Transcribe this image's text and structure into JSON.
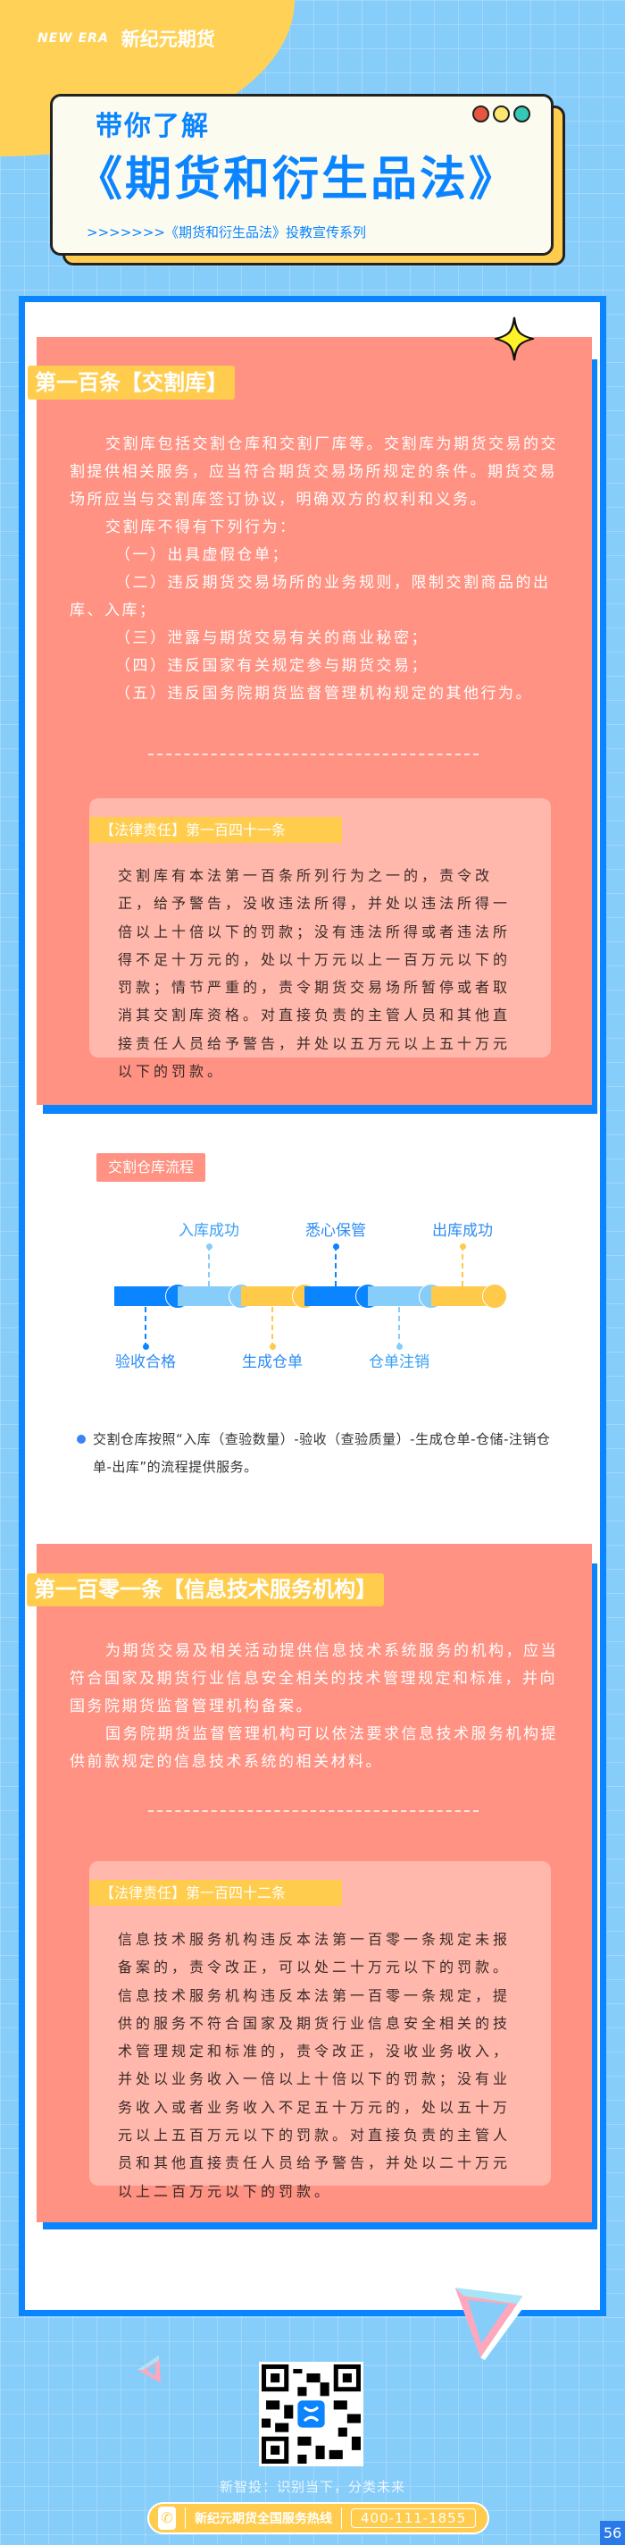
{
  "header": {
    "logo_text": "NEW ERA",
    "brand": "新纪元期货"
  },
  "title_card": {
    "subtitle": "带你了解",
    "title": "《期货和衍生品法》",
    "series": ">>>>>>>《期货和衍生品法》投教宣传系列",
    "dot_colors": [
      "#e8553f",
      "#fde56e",
      "#34c9b4"
    ]
  },
  "colors": {
    "blue": "#0a84ff",
    "salmon": "#ff9282",
    "yellow": "#ffcc4d",
    "light_blue": "#87cdfa"
  },
  "section1": {
    "heading": "第一百条【交割库】",
    "paragraphs": [
      "交割库包括交割仓库和交割厂库等。交割库为期货交易的交割提供相关服务，应当符合期货交易场所规定的条件。期货交易场所应当与交割库签订协议，明确双方的权利和义务。",
      "交割库不得有下列行为："
    ],
    "items": [
      "（一）出具虚假仓单；",
      "（二）违反期货交易场所的业务规则，限制交割商品的出库、入库；",
      "（三）泄露与期货交易有关的商业秘密；",
      "（四）违反国家有关规定参与期货交易；",
      "（五）违反国务院期货监督管理机构规定的其他行为。"
    ],
    "liability": {
      "tag": "【法律责任】第一百四十一条",
      "text": "交割库有本法第一百条所列行为之一的，责令改正，给予警告，没收违法所得，并处以违法所得一倍以上十倍以下的罚款；没有违法所得或者违法所得不足十万元的，处以十万元以上一百万元以下的罚款；情节严重的，责令期货交易场所暂停或者取消其交割库资格。对直接负责的主管人员和其他直接责任人员给予警告，并处以五万元以上五十万元以下的罚款。"
    }
  },
  "flow": {
    "label": "交割仓库流程",
    "steps": [
      "验收合格",
      "入库成功",
      "生成仓单",
      "悉心保管",
      "仓单注销",
      "出库成功"
    ],
    "note": "交割仓库按照“入库（查验数量）-验收（查验质量）-生成仓单-仓储-注销仓单-出库”的流程提供服务。"
  },
  "section2": {
    "heading": "第一百零一条【信息技术服务机构】",
    "paragraphs": [
      "为期货交易及相关活动提供信息技术系统服务的机构，应当符合国家及期货行业信息安全相关的技术管理规定和标准，并向国务院期货监督管理机构备案。",
      "国务院期货监督管理机构可以依法要求信息技术服务机构提供前款规定的信息技术系统的相关材料。"
    ],
    "liability": {
      "tag": "【法律责任】第一百四十二条",
      "texts": [
        "信息技术服务机构违反本法第一百零一条规定未报备案的，责令改正，可以处二十万元以下的罚款。",
        "信息技术服务机构违反本法第一百零一条规定，提供的服务不符合国家及期货行业信息安全相关的技术管理规定和标准的，责令改正，没收业务收入，并处以业务收入一倍以上十倍以下的罚款；没有业务收入或者业务收入不足五十万元的，处以五十万元以上五百万元以下的罚款。对直接负责的主管人员和其他直接责任人员给予警告，并处以二十万元以上二百万元以下的罚款。"
      ]
    }
  },
  "footer": {
    "slogan": "新智投：识别当下，分类未来",
    "hotline_label": "新纪元期货全国服务热线",
    "hotline_number": "400-111-1855",
    "page_number": "56"
  }
}
